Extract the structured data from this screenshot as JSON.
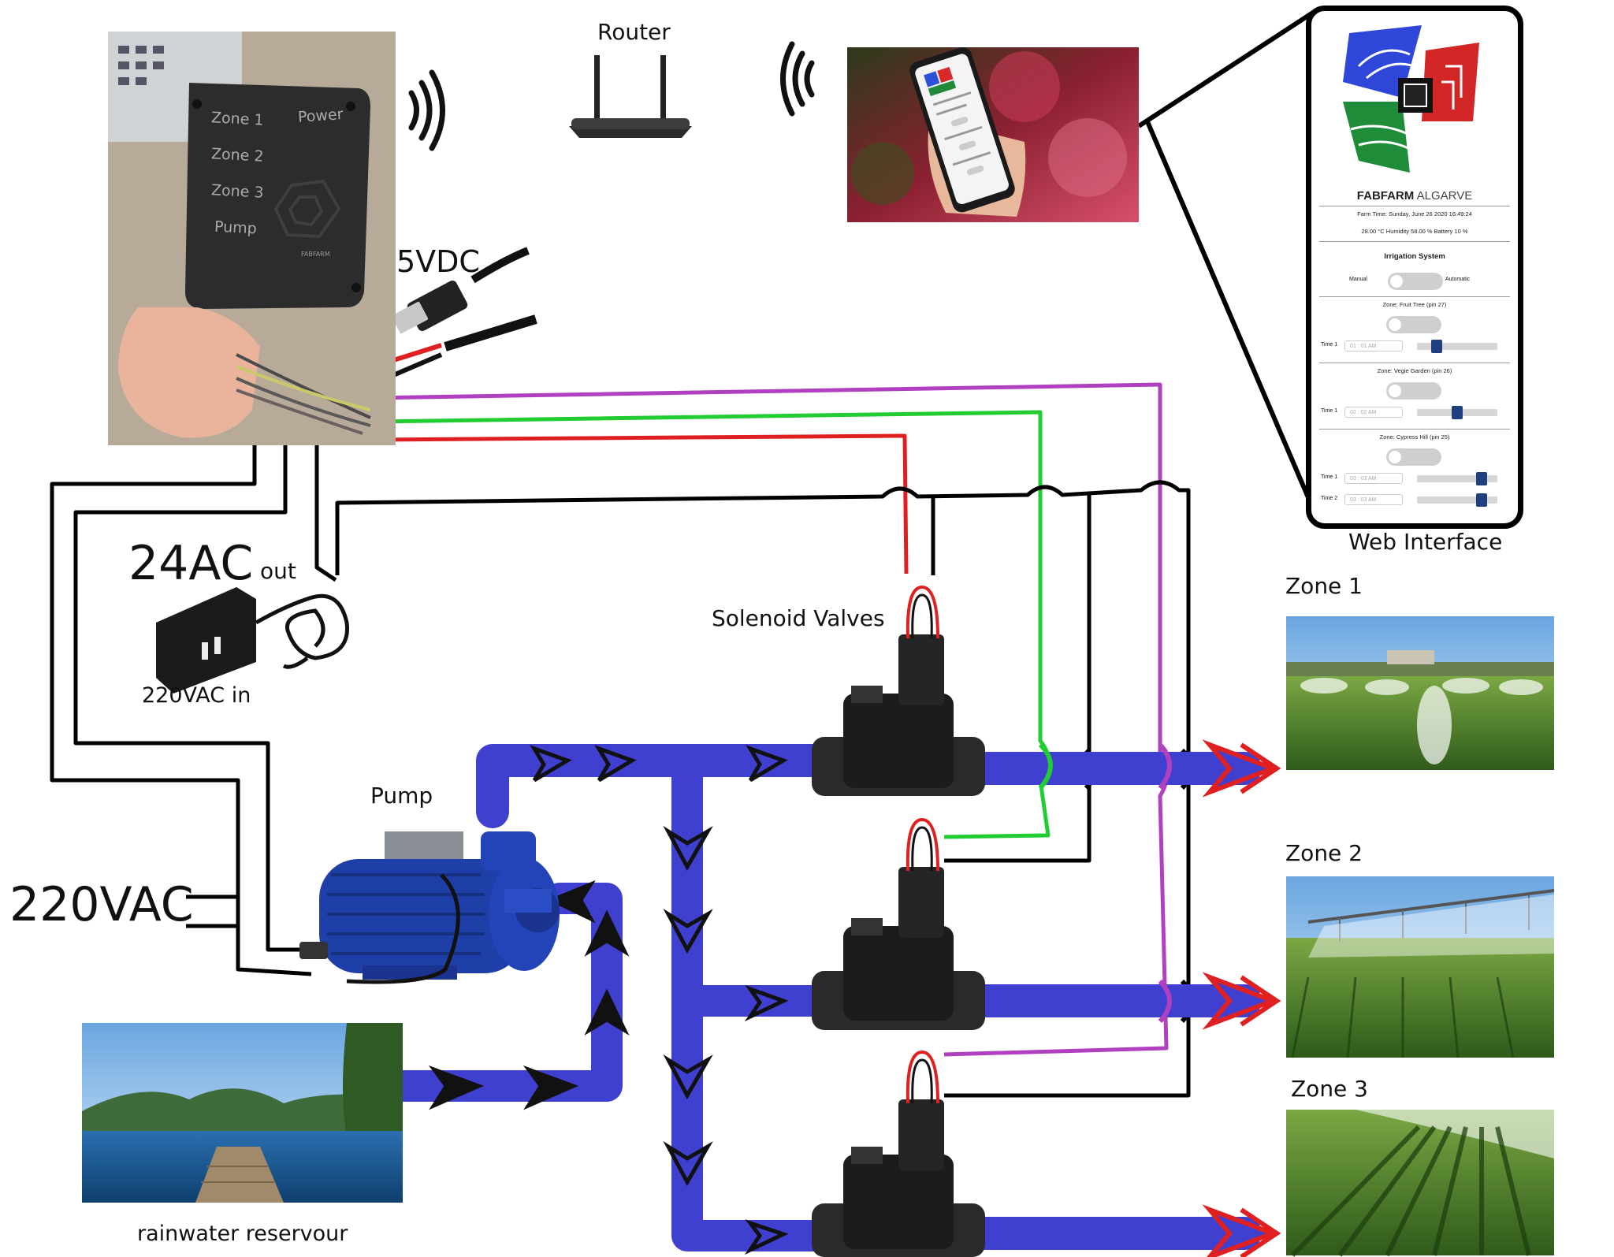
{
  "labels": {
    "router": "Router",
    "web_interface": "Web Interface",
    "zone1": "Zone 1",
    "zone2": "Zone 2",
    "zone3": "Zone 3",
    "solenoid_valves": "Solenoid Valves",
    "pump": "Pump",
    "ac220": "220VAC",
    "ac24": "24AC",
    "out": "out",
    "ac220_in": "220VAC in",
    "vdc5": "5VDC",
    "reservoir": "rainwater reservour"
  },
  "controller_box": {
    "zone1": "Zone 1",
    "zone2": "Zone 2",
    "zone3": "Zone 3",
    "pump": "Pump",
    "power": "Power",
    "brand": "FABFARM"
  },
  "web_ui": {
    "brand_bold": "FABFARM",
    "brand_light": "ALGARVE",
    "farm_time": "Farm Time: Sunday, June 26 2020 16:49:24",
    "sensors": "28.00 °C  Humidity 58.00 %  Battery 10 %",
    "section_title": "Irrigation System",
    "mode_manual": "Manual",
    "mode_automatic": "Automatic",
    "zones": [
      {
        "label": "Zone: Fruit Tree (pin 27)",
        "times": [
          {
            "label": "Time 1",
            "value": "01 : 01 AM",
            "level": 0.2
          }
        ]
      },
      {
        "label": "Zone: Vegie Garden (pin 26)",
        "times": [
          {
            "label": "Time 1",
            "value": "02 : 02 AM",
            "level": 0.5
          }
        ]
      },
      {
        "label": "Zone: Cypress Hill (pin 25)",
        "times": [
          {
            "label": "Time 1",
            "value": "03 : 03 AM",
            "level": 0.85
          },
          {
            "label": "Time 2",
            "value": "03 : 03 AM",
            "level": 0.85
          }
        ]
      }
    ]
  },
  "colors": {
    "pipe": "#4040d0",
    "wire_red": "#e02020",
    "wire_green": "#22cc33",
    "wire_purple": "#b040c0",
    "wire_black": "#000000",
    "outlet_arrow": "#e02020"
  }
}
